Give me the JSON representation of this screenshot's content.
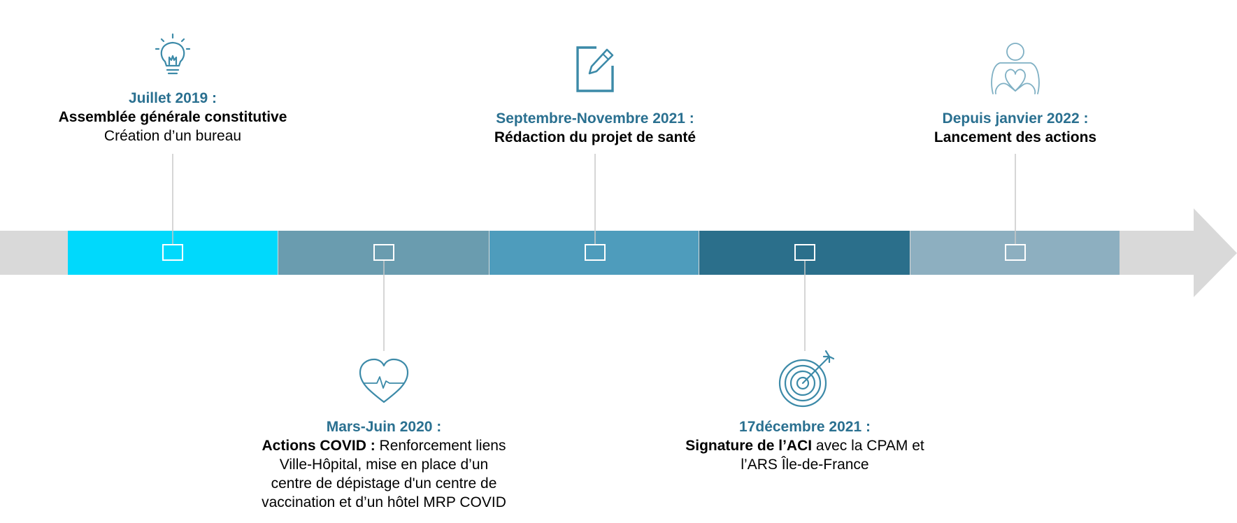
{
  "colors": {
    "arrow": "#d9d9d9",
    "segments": [
      "#00d9fc",
      "#6a9caf",
      "#4e9cbc",
      "#2b6f8b",
      "#8dafc0"
    ],
    "connector": "#c8c8c8",
    "date_text": "#2a7090",
    "icon_stroke": "#3c8aa8"
  },
  "events": [
    {
      "icon": "lightbulb-icon",
      "position": "top",
      "date": "Juillet 2019 :",
      "bold": "Assemblée générale constitutive",
      "normal": "",
      "lines": [
        "Création d’un bureau"
      ]
    },
    {
      "icon": "heart-pulse-icon",
      "position": "bottom",
      "date": "Mars-Juin 2020 :",
      "bold": "Actions COVID :",
      "normal": " Renforcement liens",
      "lines": [
        "Ville-Hôpital, mise en place d’un",
        "centre de dépistage d'un centre de",
        "vaccination et d’un hôtel MRP COVID"
      ]
    },
    {
      "icon": "edit-document-icon",
      "position": "top",
      "date": "Septembre-Novembre 2021 :",
      "bold": "Rédaction du projet de santé",
      "normal": "",
      "lines": []
    },
    {
      "icon": "target-icon",
      "position": "bottom",
      "date": "17décembre 2021 :",
      "bold": "Signature de l’ACI",
      "normal": " avec la CPAM et",
      "lines": [
        "l’ARS Île-de-France"
      ]
    },
    {
      "icon": "person-heart-icon",
      "position": "top",
      "date": "Depuis janvier 2022 :",
      "bold": "Lancement des actions",
      "normal": "",
      "lines": []
    }
  ]
}
